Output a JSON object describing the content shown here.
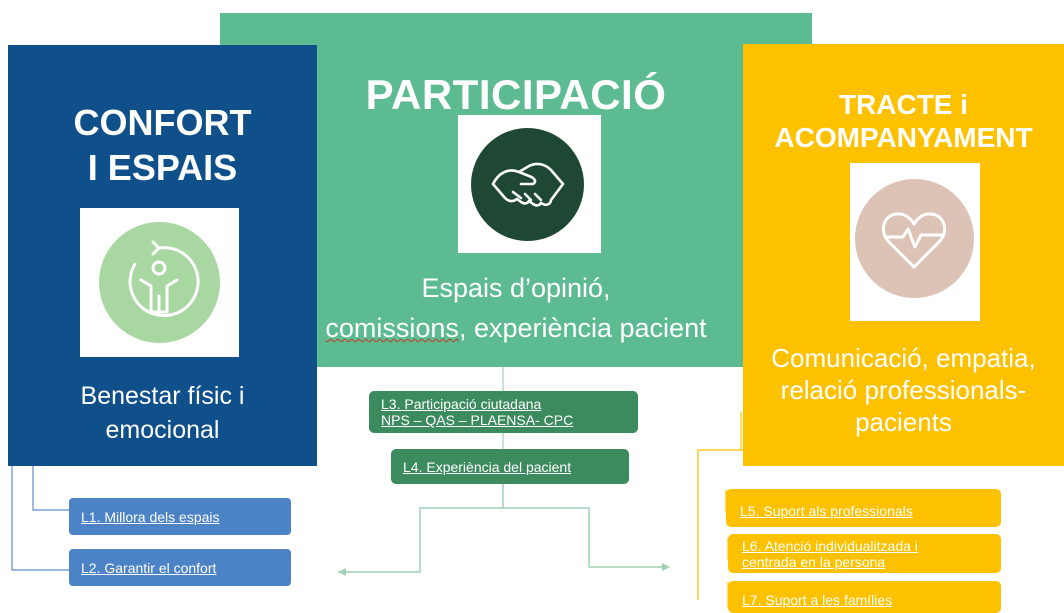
{
  "center": {
    "title": "PARTICIPACIÓ",
    "desc_line1": "Espais d’opinió,",
    "desc_line2_word": "comissions",
    "desc_line2_rest": ", experiència pacient",
    "icon": "handshake-icon",
    "color": "#5dbb92"
  },
  "left": {
    "title_line1": "CONFORT",
    "title_line2": "I ESPAIS",
    "desc_line1": "Benestar físic i",
    "desc_line2": "emocional",
    "icon": "person-refresh-icon",
    "color": "#0f4f8a"
  },
  "right": {
    "title_line1": "TRACTE i",
    "title_line2": "ACOMPANYAMENT",
    "desc_line1": "Comunicació, empatia,",
    "desc_line2": "relació  professionals-",
    "desc_line3": "pacients",
    "icon": "heart-pulse-icon",
    "color": "#fdc100"
  },
  "items": {
    "l1": "L1. Millora dels espais",
    "l2": "L2.  Garantir el confort",
    "l3_line1": "L3. Participació ciutadana",
    "l3_line2": "NPS – QAS – PLAENSA- CPC",
    "l4": "L4.  Experiència del pacient",
    "l5": "L5. Suport als professionals",
    "l6_line1": "L6. Atenció individualitzada i",
    "l6_line2": "centrada en la persona",
    "l7": "L7. Suport a les famílies"
  }
}
